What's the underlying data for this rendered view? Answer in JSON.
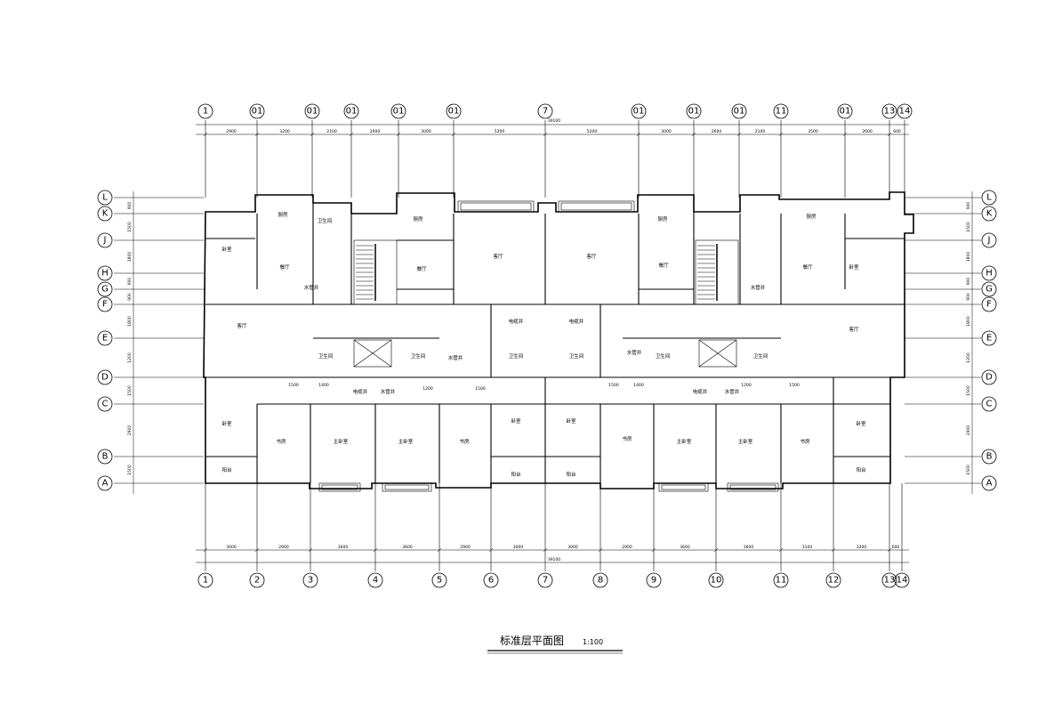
{
  "title": "标准层平面图",
  "scale": "1:100",
  "axes_top": [
    "1",
    "01",
    "01",
    "01",
    "01",
    "01",
    "7",
    "01",
    "01",
    "01",
    "11",
    "01",
    "13",
    "14"
  ],
  "axes_bottom": [
    "1",
    "2",
    "3",
    "4",
    "5",
    "6",
    "7",
    "8",
    "9",
    "10",
    "11",
    "12",
    "13",
    "14"
  ],
  "axes_rows": [
    "L",
    "K",
    "J",
    "H",
    "G",
    "F",
    "E",
    "D",
    "C",
    "B",
    "A"
  ],
  "dims_top": [
    "2900",
    "3200",
    "2100",
    "2600",
    "3000",
    "5200",
    "5200",
    "3000",
    "2600",
    "2100",
    "3500",
    "2600",
    "600"
  ],
  "dims_bottom": [
    "3000",
    "2900",
    "3600",
    "3600",
    "2900",
    "3000",
    "3000",
    "2900",
    "3600",
    "3600",
    "3100",
    "3200",
    "600"
  ],
  "overall_top": "39100",
  "overall_bottom": "39100",
  "dims_side": [
    "900",
    "1500",
    "1800",
    "900",
    "900",
    "1800",
    "1200",
    "1500",
    "2900",
    "1500"
  ],
  "rooms": {
    "kitchen": "厨房",
    "dining": "餐厅",
    "living": "客厅",
    "bedroom": "卧室",
    "master_bedroom": "主卧室",
    "study": "书房",
    "bathroom": "卫生间",
    "balcony": "阳台",
    "pipe_well": "水管井",
    "elec_well": "电缆井"
  },
  "door_dims": [
    "1500",
    "1400",
    "1200",
    "1500"
  ],
  "colors": {
    "line": "#000000",
    "background": "#ffffff"
  }
}
